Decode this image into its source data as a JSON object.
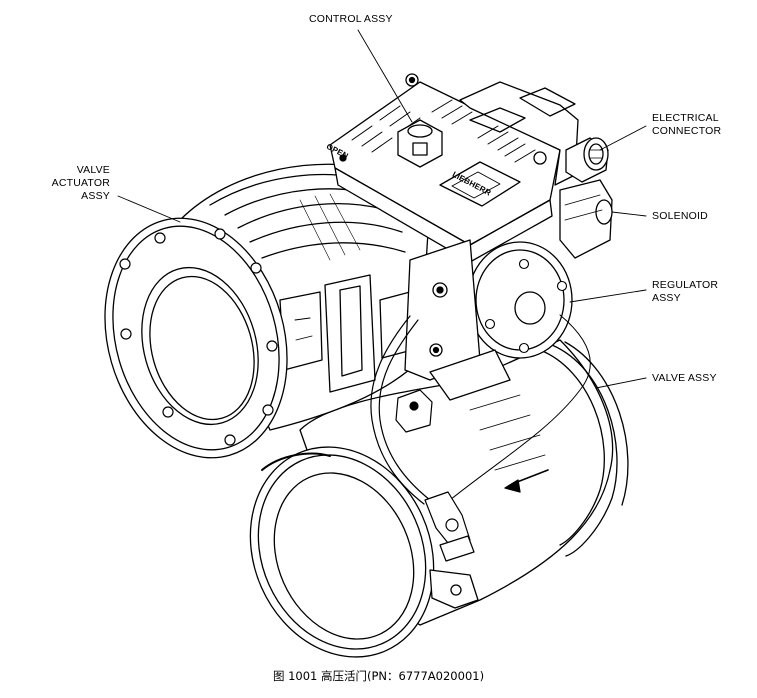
{
  "callouts": {
    "control_assy": "CONTROL ASSY",
    "valve_actuator": [
      "VALVE",
      "ACTUATOR",
      "ASSY"
    ],
    "electrical_connector": [
      "ELECTRICAL",
      "CONNECTOR"
    ],
    "solenoid": "SOLENOID",
    "regulator": [
      "REGULATOR",
      "ASSY"
    ],
    "valve_assy": "VALVE ASSY"
  },
  "part_markings": {
    "brand": "LIEBHERR",
    "open": "OPEN"
  },
  "caption": "图 1001  高压活门(PN：6777A020001)"
}
